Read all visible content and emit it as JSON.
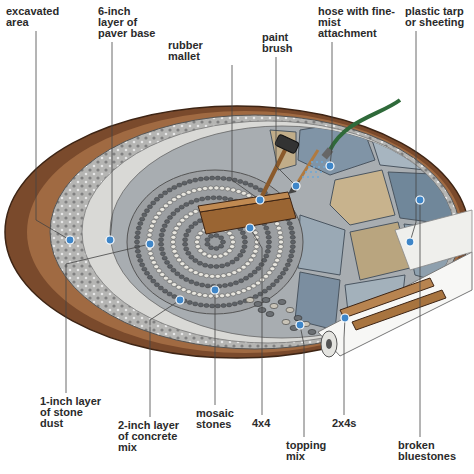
{
  "diagram": {
    "labels": [
      "excavated area",
      "6-inch layer of paver base",
      "rubber mallet",
      "paint brush",
      "hose with fine-mist attachment",
      "plastic tarp or sheeting",
      "1-inch layer of stone dust",
      "2-inch layer of concrete mix",
      "mosaic stones",
      "4x4",
      "2x4s",
      "topping mix",
      "broken bluestones"
    ]
  }
}
